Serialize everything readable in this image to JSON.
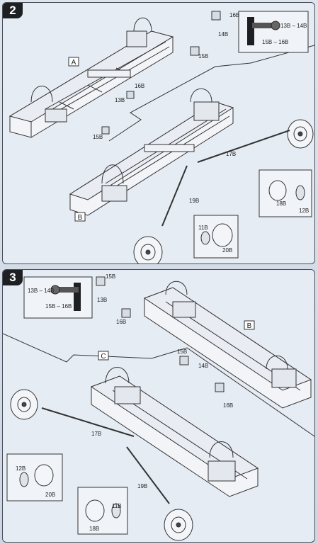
{
  "steps": [
    {
      "number": "2",
      "labels": {
        "a": "A",
        "b": "B",
        "p16": "16B",
        "p14": "14B",
        "p15": "15B",
        "p13_14": "13B – 14B",
        "p15_16": "15B – 16B",
        "p16b": "16B",
        "p13": "13B",
        "p15b": "15B",
        "p17": "17B",
        "p19": "19B",
        "p18": "18B",
        "p12": "12B",
        "p11": "11B",
        "p20": "20B"
      }
    },
    {
      "number": "3",
      "labels": {
        "b": "B",
        "c": "C",
        "p13_14": "13B – 14B",
        "p15_16": "15B – 16B",
        "p15": "15B",
        "p13": "13B",
        "p16": "16B",
        "p15b": "15B",
        "p14": "14B",
        "p16b": "16B",
        "p17": "17B",
        "p19": "19B",
        "p12": "12B",
        "p20": "20B",
        "p11": "11B",
        "p18": "18B"
      }
    }
  ]
}
